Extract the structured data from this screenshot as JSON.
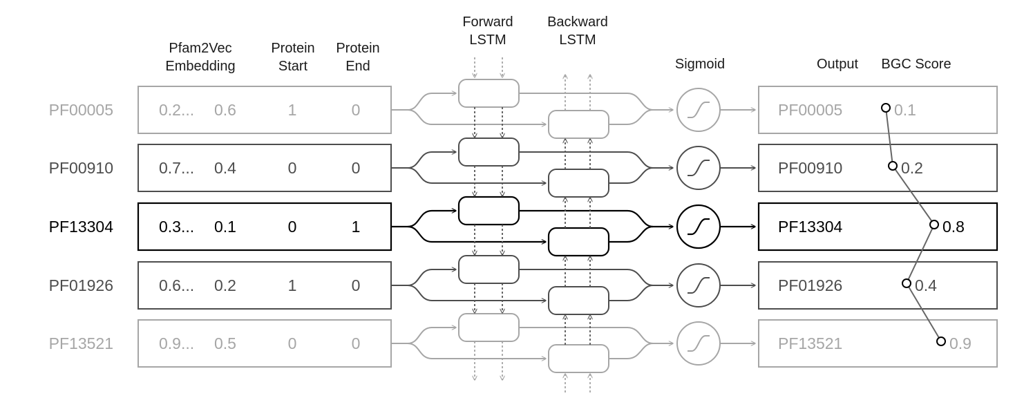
{
  "headers": {
    "embedding_line1": "Pfam2Vec",
    "embedding_line2": "Embedding",
    "protein_start_line1": "Protein",
    "protein_start_line2": "Start",
    "protein_end_line1": "Protein",
    "protein_end_line2": "End",
    "forward_line1": "Forward",
    "forward_line2": "LSTM",
    "backward_line1": "Backward",
    "backward_line2": "LSTM",
    "sigmoid": "Sigmoid",
    "output": "Output",
    "bgc_score": "BGC Score"
  },
  "rows": [
    {
      "pfam": "PF00005",
      "emb_first": "0.2...",
      "emb_last": "0.6",
      "start": "1",
      "end": "0",
      "score": "0.1",
      "score_value": 0.1,
      "color": "#a6a6a6"
    },
    {
      "pfam": "PF00910",
      "emb_first": "0.7...",
      "emb_last": "0.4",
      "start": "0",
      "end": "0",
      "score": "0.2",
      "score_value": 0.2,
      "color": "#4d4d4d"
    },
    {
      "pfam": "PF13304",
      "emb_first": "0.3...",
      "emb_last": "0.1",
      "start": "0",
      "end": "1",
      "score": "0.8",
      "score_value": 0.8,
      "color": "#000000"
    },
    {
      "pfam": "PF01926",
      "emb_first": "0.6...",
      "emb_last": "0.2",
      "start": "1",
      "end": "0",
      "score": "0.4",
      "score_value": 0.4,
      "color": "#4d4d4d"
    },
    {
      "pfam": "PF13521",
      "emb_first": "0.9...",
      "emb_last": "0.5",
      "start": "0",
      "end": "0",
      "score": "0.9",
      "score_value": 0.9,
      "color": "#a6a6a6"
    }
  ]
}
